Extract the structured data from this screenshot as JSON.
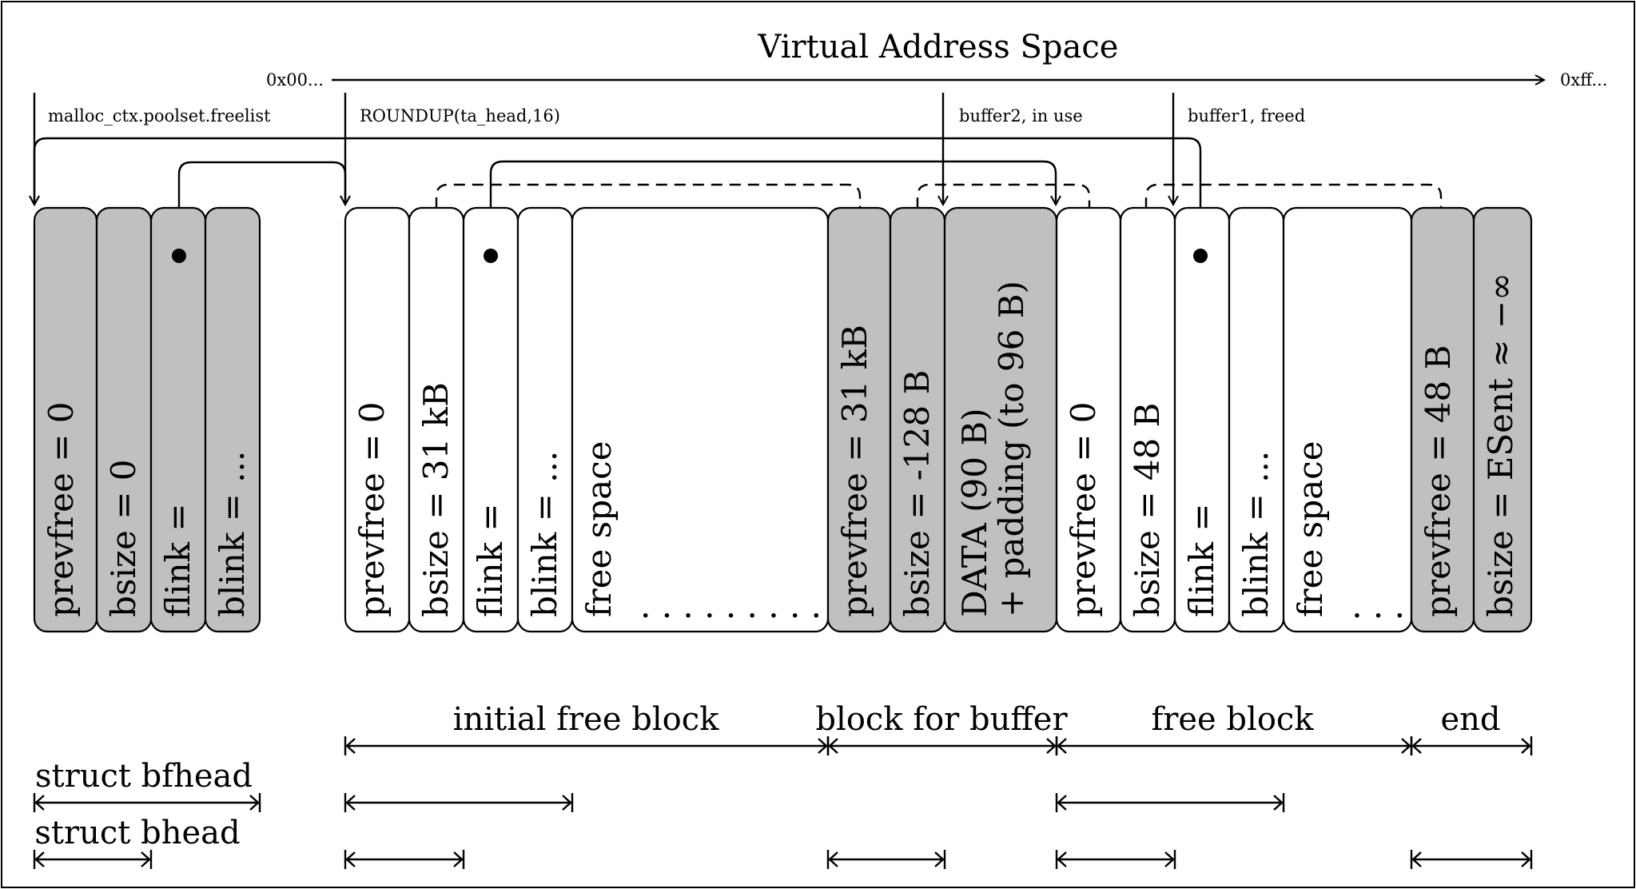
{
  "title": "Virtual Address Space",
  "axis": {
    "start_label": "0x00...",
    "end_label": "0xff..."
  },
  "pointers": [
    {
      "label": "malloc_ctx.poolset.freelist"
    },
    {
      "label": "ROUNDUP(ta_head,16)"
    },
    {
      "label": "buffer2, in use"
    },
    {
      "label": "buffer1, freed"
    }
  ],
  "colors": {
    "used": "#c0c0c0",
    "free": "#ffffff",
    "stroke": "#000000"
  },
  "freelist_head": {
    "cells": [
      {
        "label": "prevfree = 0",
        "filled": true
      },
      {
        "label": "bsize = 0",
        "filled": true
      },
      {
        "label": "flink =",
        "filled": true
      },
      {
        "label": "blink = ...",
        "filled": true
      }
    ]
  },
  "heap": {
    "cells": [
      {
        "label": "prevfree = 0",
        "filled": false
      },
      {
        "label": "bsize = 31 kB",
        "filled": false
      },
      {
        "label": "flink =",
        "filled": false
      },
      {
        "label": "blink = ...",
        "filled": false
      },
      {
        "label": "free space",
        "dots": ". . .     . . .     . . .",
        "filled": false
      },
      {
        "label": "prevfree = 31 kB",
        "filled": true
      },
      {
        "label": "bsize = -128 B",
        "filled": true
      },
      {
        "label": "DATA (90 B)",
        "label2": "+ padding (to 96 B)",
        "filled": true
      },
      {
        "label": "prevfree = 0",
        "filled": false
      },
      {
        "label": "bsize = 48 B",
        "filled": false
      },
      {
        "label": "flink =",
        "filled": false
      },
      {
        "label": "blink = ...",
        "filled": false
      },
      {
        "label": "free space",
        "dots": ". . .",
        "filled": false
      },
      {
        "label": "prevfree = 48 B",
        "filled": true
      },
      {
        "label": "bsize = ESent ≈ −∞",
        "filled": true
      }
    ]
  },
  "ranges": {
    "blocks": [
      {
        "label": "initial free block"
      },
      {
        "label": "block for buffer"
      },
      {
        "label": "free block"
      },
      {
        "label": "end"
      }
    ],
    "struct_bfhead": {
      "label": "struct bfhead"
    },
    "struct_bhead": {
      "label": "struct bhead"
    }
  }
}
